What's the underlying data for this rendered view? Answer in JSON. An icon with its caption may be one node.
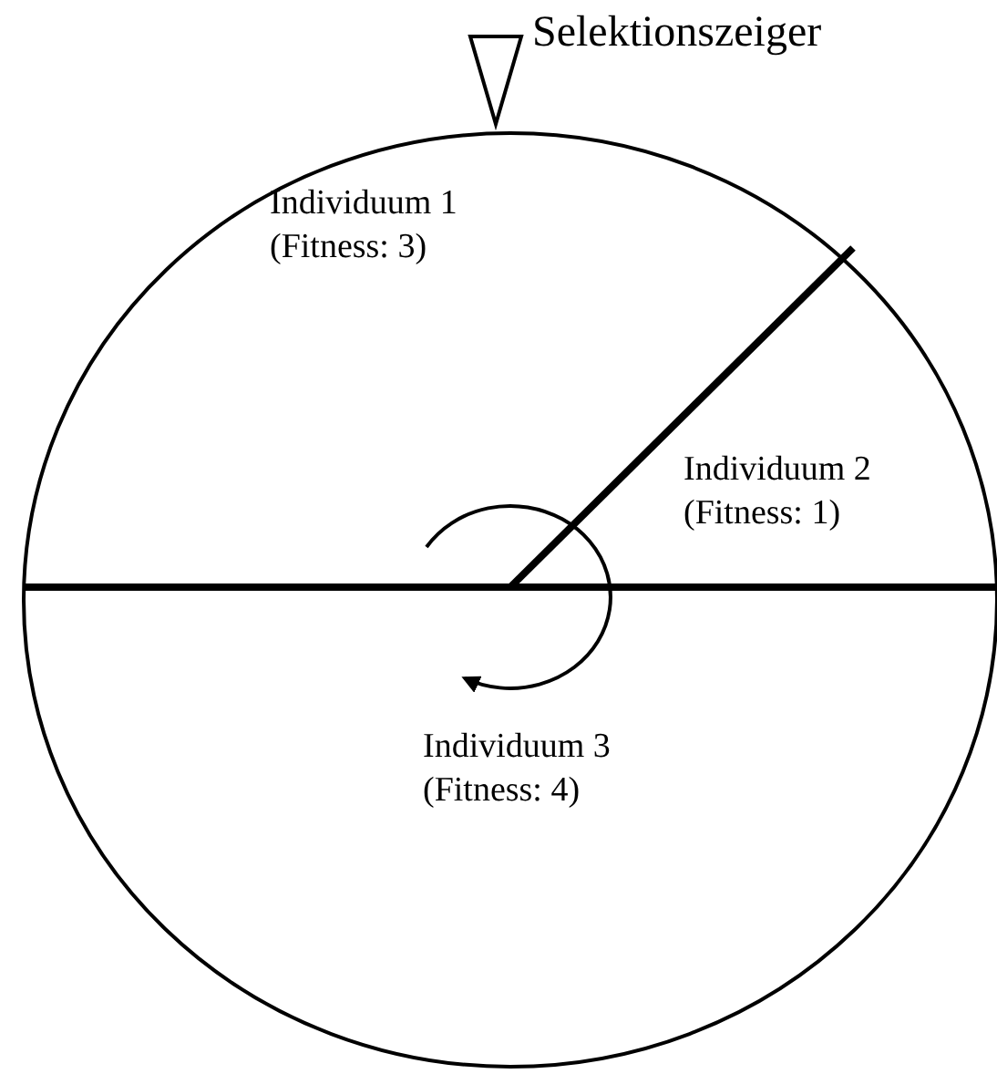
{
  "diagram": {
    "nodes": [
      {
        "text": [
          "Individuum 1",
          "(Fitness: 3)"
        ]
      },
      {
        "text": [
          "Individuum 2",
          "(Fitness: 1)"
        ]
      },
      {
        "text": [
          "Individuum 3",
          "(Fitness: 4)"
        ]
      }
    ],
    "edges": [],
    "labels": [
      "Selektionszeiger"
    ]
  }
}
